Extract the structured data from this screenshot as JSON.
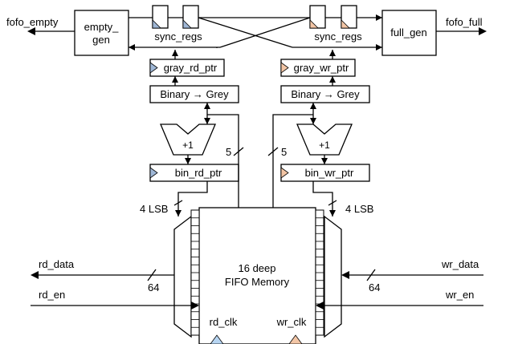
{
  "colors": {
    "read_clock": "#b7d5f2",
    "write_clock": "#f3c6a6",
    "line": "#000000",
    "background": "#ffffff"
  },
  "blocks": {
    "empty_gen": [
      "empty_",
      "gen"
    ],
    "full_gen": "full_gen",
    "sync_regs_left": "sync_regs",
    "sync_regs_right": "sync_regs",
    "gray_rd_ptr": "gray_rd_ptr",
    "gray_wr_ptr": "gray_wr_ptr",
    "b2g_left": "Binary → Grey",
    "b2g_right": "Binary → Grey",
    "inc_left": "+1",
    "inc_right": "+1",
    "bin_rd_ptr": "bin_rd_ptr",
    "bin_wr_ptr": "bin_wr_ptr",
    "fifo_memory": [
      "16 deep",
      "FIFO Memory"
    ],
    "rd_clk": "rd_clk",
    "wr_clk": "wr_clk"
  },
  "signals": {
    "fofo_empty": "fofo_empty",
    "fofo_full": "fofo_full",
    "rd_data": "rd_data",
    "rd_en": "rd_en",
    "wr_data": "wr_data",
    "wr_en": "wr_en"
  },
  "bus_widths": {
    "ptr_left": "5",
    "ptr_right": "5",
    "rd_data": "64",
    "wr_data": "64",
    "lsb_left": "4 LSB",
    "lsb_right": "4 LSB"
  }
}
